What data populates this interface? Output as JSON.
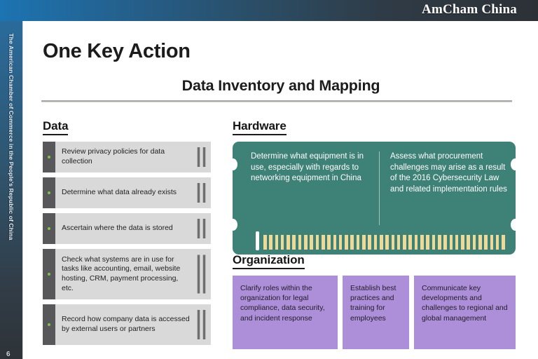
{
  "header": {
    "brand": "AmCham China"
  },
  "sidebar": {
    "vertical_text": "The American Chamber of Commerce in the People's Republic of China",
    "page_number": "6"
  },
  "slide": {
    "title": "One Key Action",
    "subtitle": "Data Inventory and Mapping",
    "sections": {
      "data": {
        "heading": "Data",
        "items": [
          {
            "text": "Review privacy policies for data collection"
          },
          {
            "text": "Determine what data already exists"
          },
          {
            "text": "Ascertain where the data is stored"
          },
          {
            "text": "Check what systems are in use for tasks like accounting, email, website hosting, CRM, payment processing, etc."
          },
          {
            "text": "Record how company data is accessed by external users or partners"
          }
        ]
      },
      "hardware": {
        "heading": "Hardware",
        "columns": [
          {
            "text": "Determine what equipment is in use, especially with regards to networking equipment in China"
          },
          {
            "text": "Assess what procurement challenges may arise as a result of the 2016 Cybersecurity Law and related implementation rules"
          }
        ]
      },
      "organization": {
        "heading": "Organization",
        "cards": [
          {
            "text": "Clarify roles within the organization for legal compliance, data security, and incident response"
          },
          {
            "text": "Establish best practices and training for employees"
          },
          {
            "text": "Communicate key developments and challenges to regional and global management"
          }
        ]
      }
    }
  },
  "colors": {
    "header_blue": "#1c74b2",
    "header_dark": "#2c3136",
    "ram_green": "#3e8176",
    "ram_pin_gold": "#efd999",
    "org_purple": "#ad8fd9",
    "list_gray": "#d9d9d9",
    "list_tab_gray": "#58585a",
    "dot_green": "#7ec24a"
  }
}
